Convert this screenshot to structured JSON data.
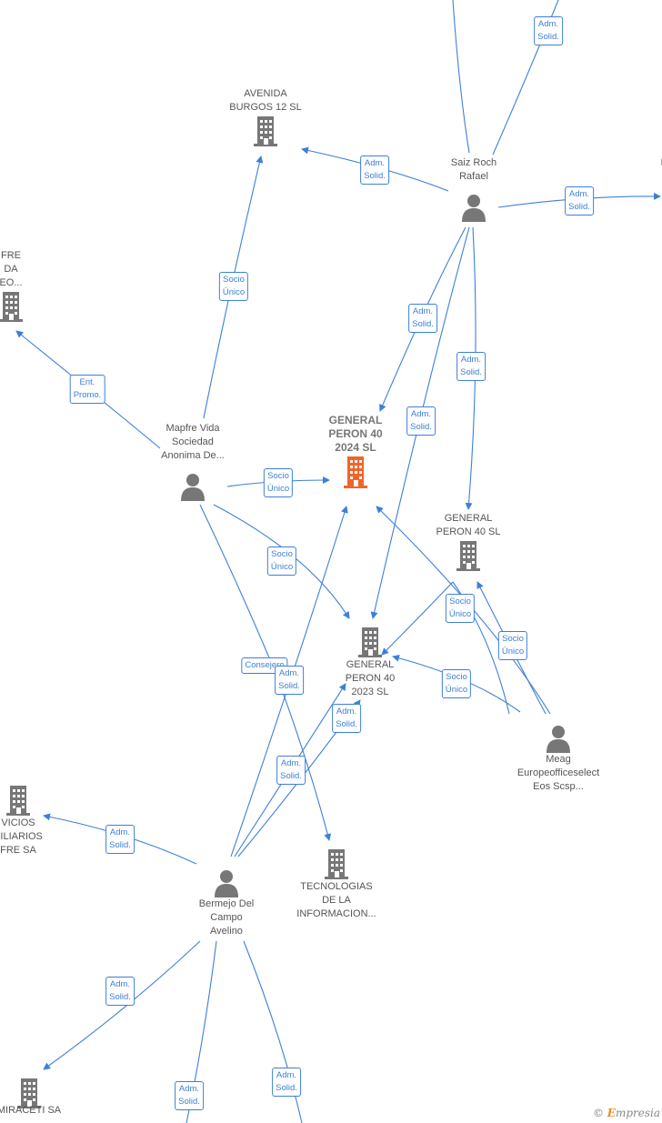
{
  "nodes": [
    {
      "id": "avenida",
      "type": "company",
      "label": "AVENIDA\nBURGOS 12  SL"
    },
    {
      "id": "saiz",
      "type": "person",
      "label": "Saiz Roch\nRafael"
    },
    {
      "id": "mapfre_left",
      "type": "company",
      "label": "FRE\nDA\nEO..."
    },
    {
      "id": "mapfre_vida",
      "type": "person",
      "label": "Mapfre Vida\nSociedad\nAnonima De..."
    },
    {
      "id": "gp2024",
      "type": "company_main",
      "label": "GENERAL\nPERON 40\n2024  SL"
    },
    {
      "id": "gp40",
      "type": "company",
      "label": "GENERAL\nPERON 40  SL"
    },
    {
      "id": "gp2023",
      "type": "company",
      "label": "GENERAL\nPERON 40\n2023  SL"
    },
    {
      "id": "meag",
      "type": "person",
      "label": "Meag\nEuropeofficeselect\nEos Scsp..."
    },
    {
      "id": "servicios",
      "type": "company",
      "label": "VICIOS\nBILIARIOS\nFRE SA"
    },
    {
      "id": "tecnologias",
      "type": "company",
      "label": "TECNOLOGIAS\nDE LA\nINFORMACION..."
    },
    {
      "id": "bermejo",
      "type": "person",
      "label": "Bermejo Del\nCampo\nAvelino"
    },
    {
      "id": "miraceti",
      "type": "company",
      "label": "MIRACETI SA"
    },
    {
      "id": "right_edge",
      "type": "company",
      "label": "I"
    }
  ],
  "relations": [
    {
      "label": "Adm.\nSolid."
    },
    {
      "label": "Adm.\nSolid."
    },
    {
      "label": "Adm.\nSolid."
    },
    {
      "label": "Socio\nÚnico"
    },
    {
      "label": "Ent.\nPromo."
    },
    {
      "label": "Adm.\nSolid."
    },
    {
      "label": "Adm.\nSolid."
    },
    {
      "label": "Adm.\nSolid."
    },
    {
      "label": "Socio\nÚnico"
    },
    {
      "label": "Socio\nÚnico"
    },
    {
      "label": "Socio\nÚnico"
    },
    {
      "label": "Socio\nÚnico"
    },
    {
      "label": "Socio\nÚnico"
    },
    {
      "label": "Consejero"
    },
    {
      "label": "Adm.\nSolid."
    },
    {
      "label": "Adm.\nSolid."
    },
    {
      "label": "Adm.\nSolid."
    },
    {
      "label": "Adm.\nSolid."
    },
    {
      "label": "Adm.\nSolid."
    },
    {
      "label": "Adm.\nSolid."
    },
    {
      "label": "Adm.\nSolid."
    }
  ],
  "colors": {
    "edge": "#3d80d8",
    "icon": "#777777",
    "main_icon": "#f0652a"
  },
  "brand": {
    "copyright": "©",
    "e": "E",
    "rest": "mpresia"
  }
}
